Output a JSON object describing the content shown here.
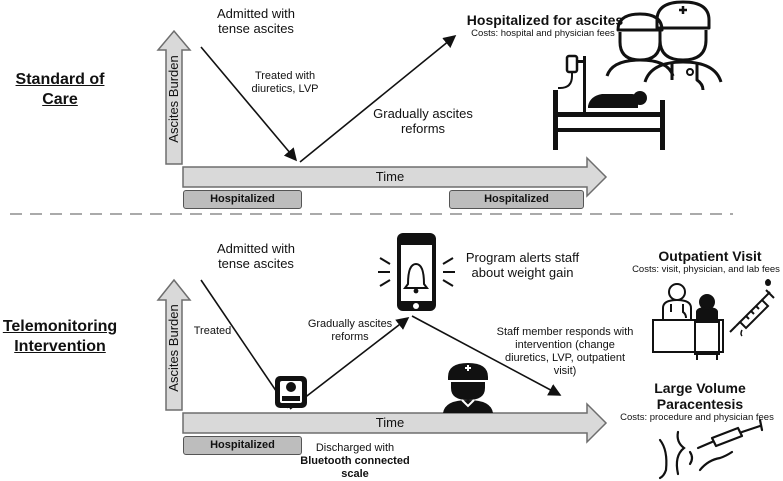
{
  "standard_of_care": {
    "title": "Standard of Care",
    "y_axis_label": "Ascites Burden",
    "x_axis_label": "Time",
    "admitted": "Admitted with tense ascites",
    "treated": "Treated with diuretics, LVP",
    "reforms": "Gradually ascites reforms",
    "hospitalized_box_1": "Hospitalized",
    "hospitalized_box_2": "Hospitalized",
    "outcome_title": "Hospitalized for ascites",
    "outcome_cost": "Costs: hospital and physician fees"
  },
  "telemonitoring": {
    "title": "Telemonitoring Intervention",
    "y_axis_label": "Ascites Burden",
    "x_axis_label": "Time",
    "admitted": "Admitted with tense ascites",
    "treated": "Treated",
    "reforms": "Gradually ascites reforms",
    "alert": "Program alerts staff about weight gain",
    "response": "Staff member responds with intervention (change diuretics, LVP, outpatient visit)",
    "hospitalized_box": "Hospitalized",
    "discharged_line1": "Discharged with",
    "discharged_line2": "Bluetooth connected scale",
    "outpatient_title": "Outpatient Visit",
    "outpatient_cost": "Costs: visit, physician, and lab fees",
    "lvp_title": "Large Volume Paracentesis",
    "lvp_cost": "Costs: procedure and physician fees"
  },
  "colors": {
    "arrow_fill": "#d9d9d9",
    "arrow_stroke": "#6e6e6e",
    "box_fill": "#bdbdbd",
    "line": "#111111"
  },
  "icons": [
    "doctors-icon",
    "hospital-bed-icon",
    "smartphone-bell-icon",
    "scale-icon",
    "nurse-icon",
    "outpatient-icon",
    "syringe-icon",
    "paracentesis-icon"
  ]
}
